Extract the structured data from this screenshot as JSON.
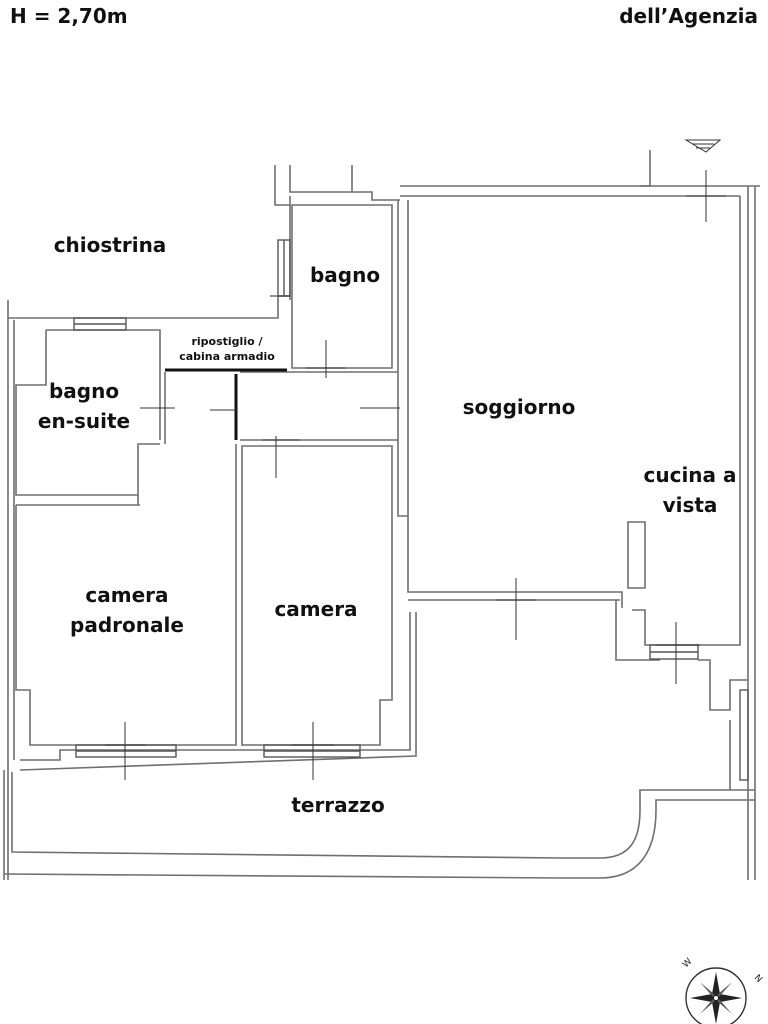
{
  "header": {
    "height_label": "H = 2,70m",
    "agency_label": "dell’Agenzia"
  },
  "rooms": {
    "chiostrina": "chiostrina",
    "bagno": "bagno",
    "ripostiglio_line1": "ripostiglio /",
    "ripostiglio_line2": "cabina armadio",
    "bagno_ensuite_line1": "bagno",
    "bagno_ensuite_line2": "en-suite",
    "soggiorno": "soggiorno",
    "cucina_line1": "cucina a",
    "cucina_line2": "vista",
    "camera_padronale_line1": "camera",
    "camera_padronale_line2": "padronale",
    "camera": "camera",
    "terrazzo": "terrazzo"
  },
  "compass": {
    "west_letter": "W",
    "north_letter": "N"
  },
  "colors": {
    "wall": "#6f6f6f",
    "line": "#222222",
    "background": "#ffffff"
  }
}
